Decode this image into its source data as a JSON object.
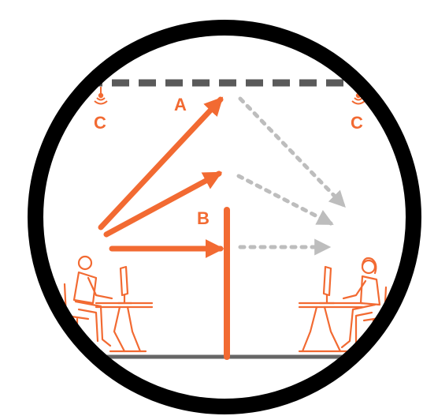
{
  "labels": {
    "a": "A",
    "b": "B",
    "c_left": "C",
    "c_right": "C"
  },
  "colors": {
    "accent": "#F26A32",
    "ceiling": "#5A5A5A",
    "reflected": "#BDBDBD",
    "ring": "#000000",
    "floor": "#666666"
  }
}
